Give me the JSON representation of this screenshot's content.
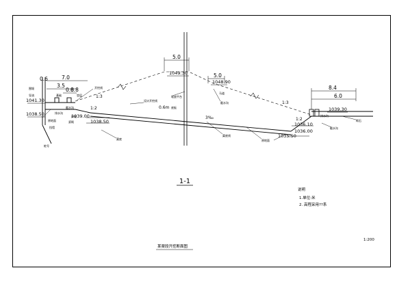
{
  "section": {
    "label": "1-1"
  },
  "dimensions": {
    "top_crest_width": "5.0",
    "mid_crest_width": "5.0",
    "left_total": "7.0",
    "left_inner": "3.5",
    "left_small_a": "0.8",
    "left_small_b": "0.8",
    "right_total": "8.4",
    "right_inner": "6.0",
    "left_depth": "0.6"
  },
  "elevations": {
    "top_crest": "1049.30",
    "mid_crest": "1048.90",
    "left_ground": "1041.30",
    "left_base": "1038.50",
    "bottom_left_a": "1039.00",
    "bottom_left_b": "1038.50",
    "bottom_right_a": "1036.10",
    "bottom_right_b": "1035.50",
    "bottom_right_c": "1036.00",
    "right_ground": "1039.30"
  },
  "slopes": {
    "upper_left": "1:3",
    "upper_right": "1:3",
    "lower_left": "1:2",
    "lower_right": "1:2",
    "bed": "3‰",
    "bottom_thickness": "0.6m"
  },
  "annotations": {
    "left_a": "围堰",
    "left_b": "导流",
    "left_c": "基础",
    "left_d": "垫层",
    "left_e": "原地面",
    "left_f": "排水沟",
    "left_g": "截水沟",
    "left_h": "挡墙",
    "left_i": "浆砌",
    "left_j": "护坡",
    "upper_a": "开挖线",
    "upper_b": "堆放平台",
    "mid_a": "马道",
    "mid_b": "截水沟",
    "lower_a": "设计开挖线",
    "lower_b": "渠底",
    "lower_c": "底板",
    "lower_d": "渠底线",
    "lower_e": "原地面",
    "right_a": "截水沟",
    "right_b": "排水沟",
    "right_c": "砌石",
    "left_bottom": "桩号"
  },
  "notes": {
    "heading": "说明",
    "item_1": "1.单位:米",
    "item_2": "2. 高程采用??系"
  },
  "title": "某渠段开挖断面图",
  "scale": "1:200"
}
